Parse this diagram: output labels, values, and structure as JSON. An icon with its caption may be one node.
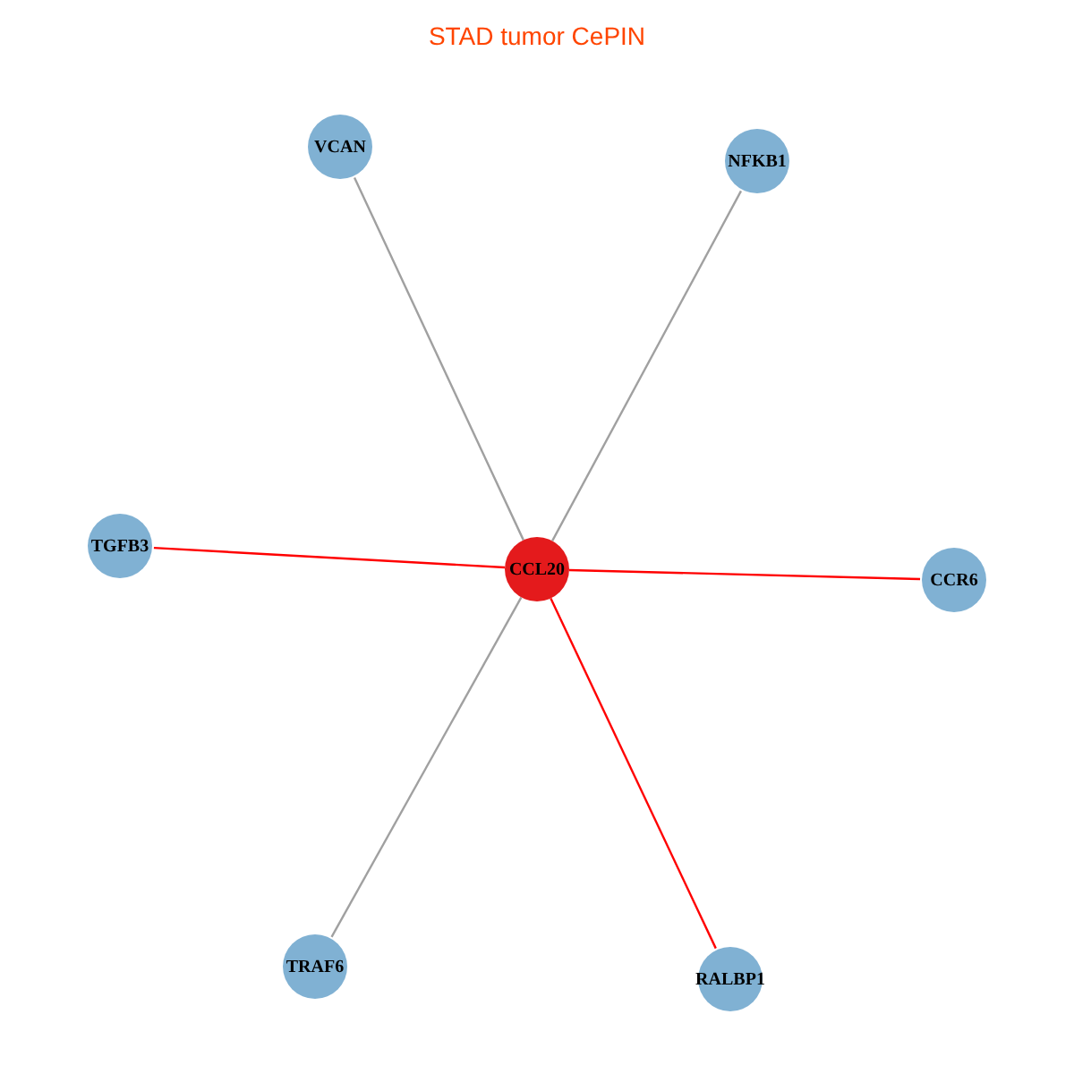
{
  "diagram": {
    "title": "STAD tumor CePIN",
    "nodes": [
      {
        "text": [
          "VCAN"
        ]
      },
      {
        "text": [
          "NFKB1"
        ]
      },
      {
        "text": [
          "TGFB3"
        ]
      },
      {
        "text": [
          "CCL20"
        ]
      },
      {
        "text": [
          "CCR6"
        ]
      },
      {
        "text": [
          "TRAF6"
        ]
      },
      {
        "text": [
          "RALBP1"
        ]
      }
    ],
    "edges": [
      {
        "from": 3,
        "to": 0,
        "arrow": "none"
      },
      {
        "from": 3,
        "to": 1,
        "arrow": "none"
      },
      {
        "from": 3,
        "to": 2,
        "arrow": "none",
        "color": "#ff0000"
      },
      {
        "from": 3,
        "to": 4,
        "arrow": "none",
        "color": "#ff0000"
      },
      {
        "from": 3,
        "to": 5,
        "arrow": "none"
      },
      {
        "from": 3,
        "to": 6,
        "arrow": "none",
        "color": "#ff0000"
      }
    ]
  }
}
